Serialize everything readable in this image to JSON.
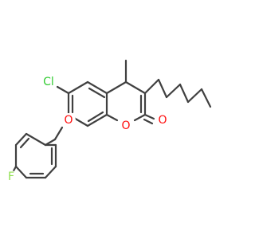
{
  "molecule": {
    "atoms": [
      {
        "id": "cl",
        "label": "Cl",
        "color": "#33cc33"
      },
      {
        "id": "o_ether",
        "label": "O",
        "color": "#ff0d0d"
      },
      {
        "id": "o_ring",
        "label": "O",
        "color": "#ff0d0d"
      },
      {
        "id": "o_carbonyl",
        "label": "O",
        "color": "#ff0d0d"
      },
      {
        "id": "f",
        "label": "F",
        "color": "#90e050"
      }
    ],
    "bond_color": "#404040",
    "background": "#ffffff"
  }
}
